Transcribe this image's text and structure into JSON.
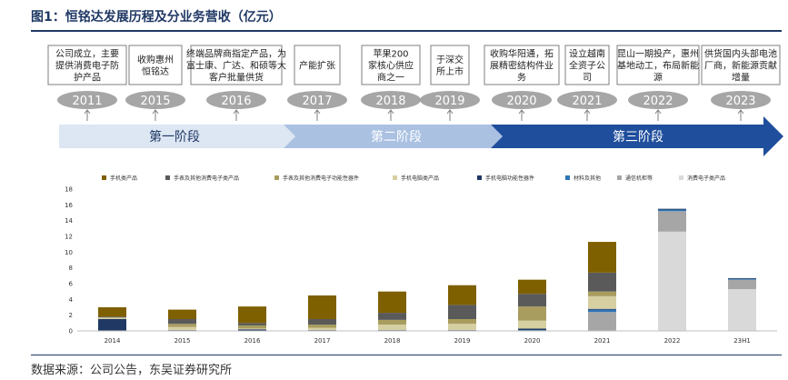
{
  "header": {
    "title": "图1：恒铭达发展历程及分业务营收（亿元）"
  },
  "timeline": {
    "events": [
      {
        "year": "2011",
        "desc": "公司成立，主要提供消费电子防护产品"
      },
      {
        "year": "2015",
        "desc": "收购惠州恒铭达"
      },
      {
        "year": "2016",
        "desc": "终端品牌商指定产品，为富士康、广达、和硕等大客户批量供货"
      },
      {
        "year": "2017",
        "desc": "产能扩张"
      },
      {
        "year": "2018",
        "desc": "苹果200家核心供应商之一"
      },
      {
        "year": "2019",
        "desc": "于深交所上市"
      },
      {
        "year": "2020",
        "desc": "收购华阳通，拓展精密结构件业务"
      },
      {
        "year": "2021",
        "desc": "设立越南全资子公司"
      },
      {
        "year": "2022",
        "desc": "昆山一期投产，惠州基地动工，布局新能源"
      },
      {
        "year": "2023",
        "desc": "供货国内头部电池厂商，新能源贡献增量"
      }
    ],
    "stages": [
      "第一阶段",
      "第二阶段",
      "第三阶段"
    ],
    "colors": {
      "stage1": "#dde6f3",
      "stage2": "#aac1e2",
      "stage3": "#1f4e9c",
      "year_pill": "#a6a6a6"
    }
  },
  "chart_data": {
    "type": "bar",
    "stacked": true,
    "categories": [
      "2014",
      "2015",
      "2016",
      "2017",
      "2018",
      "2019",
      "2020",
      "2021",
      "2022",
      "23H1"
    ],
    "ylim": [
      0,
      18
    ],
    "yticks": [
      0,
      2,
      4,
      6,
      8,
      10,
      12,
      14,
      16,
      18
    ],
    "grid": false,
    "legend_position": "top",
    "series": [
      {
        "name": "消费电子类产品",
        "color": "#d9d9d9",
        "values": [
          0,
          0,
          0,
          0,
          0,
          0,
          0,
          0,
          12.6,
          5.3
        ]
      },
      {
        "name": "通信机柜等",
        "color": "#a6a6a6",
        "values": [
          0,
          0,
          0,
          0,
          0,
          0,
          0,
          2.4,
          2.6,
          1.2
        ]
      },
      {
        "name": "材料及其他",
        "color": "#2e75b6",
        "values": [
          0,
          0,
          0,
          0,
          0,
          0,
          0.1,
          0.3,
          0.2,
          0.1
        ]
      },
      {
        "name": "手机电脑功能性器件",
        "color": "#1f3864",
        "values": [
          1.5,
          0.1,
          0.2,
          0.1,
          0.1,
          0.1,
          0.2,
          0.1,
          0.1,
          0.1
        ]
      },
      {
        "name": "手机电脑类产品",
        "color": "#d6cfa2",
        "values": [
          0.2,
          0.4,
          0.1,
          0.3,
          0.7,
          0.8,
          1.0,
          1.6,
          0,
          0
        ]
      },
      {
        "name": "手表及其他消费电子功能性器件",
        "color": "#a89d5e",
        "values": [
          0,
          0.4,
          0.4,
          0.4,
          0.6,
          0.6,
          1.8,
          0.6,
          0,
          0
        ]
      },
      {
        "name": "手表及其他消费电子类产品",
        "color": "#5a5a5a",
        "values": [
          0.1,
          0.6,
          0.3,
          0.7,
          0.9,
          1.8,
          1.6,
          2.4,
          0,
          0
        ]
      },
      {
        "name": "手机类产品",
        "color": "#7f6000",
        "values": [
          1.2,
          1.2,
          2.1,
          3.0,
          2.7,
          2.5,
          1.8,
          3.9,
          0,
          0
        ]
      }
    ],
    "legend_order": [
      "手机类产品",
      "手表及其他消费电子类产品",
      "手表及其他消费电子功能性器件",
      "手机电脑类产品",
      "手机电脑功能性器件",
      "材料及其他",
      "通信机柜等",
      "消费电子类产品"
    ]
  },
  "footer": {
    "source": "数据来源：公司公告，东吴证券研究所"
  }
}
